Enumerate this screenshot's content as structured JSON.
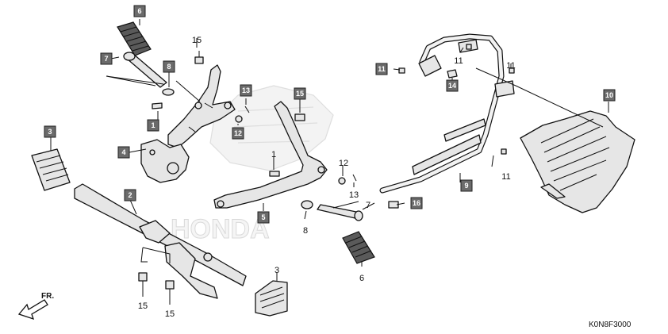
{
  "diagram": {
    "watermark": "HONDA",
    "diagram_code": "K0N8F3000",
    "direction_label": "FR.",
    "parts": [
      {
        "ref": "1",
        "name": "bolt"
      },
      {
        "ref": "2",
        "name": "pillion-step-bar"
      },
      {
        "ref": "3",
        "name": "step-rubber"
      },
      {
        "ref": "4",
        "name": "step-holder-plate"
      },
      {
        "ref": "5",
        "name": "step-bracket"
      },
      {
        "ref": "6",
        "name": "footpeg-rubber"
      },
      {
        "ref": "7",
        "name": "pivot-pin"
      },
      {
        "ref": "8",
        "name": "washer"
      },
      {
        "ref": "9",
        "name": "grab-rail"
      },
      {
        "ref": "10",
        "name": "rear-cover"
      },
      {
        "ref": "11",
        "name": "screw"
      },
      {
        "ref": "12",
        "name": "nut"
      },
      {
        "ref": "13",
        "name": "cotter-pin"
      },
      {
        "ref": "14",
        "name": "bolt"
      },
      {
        "ref": "15",
        "name": "bolt"
      },
      {
        "ref": "16",
        "name": "bolt"
      }
    ]
  }
}
